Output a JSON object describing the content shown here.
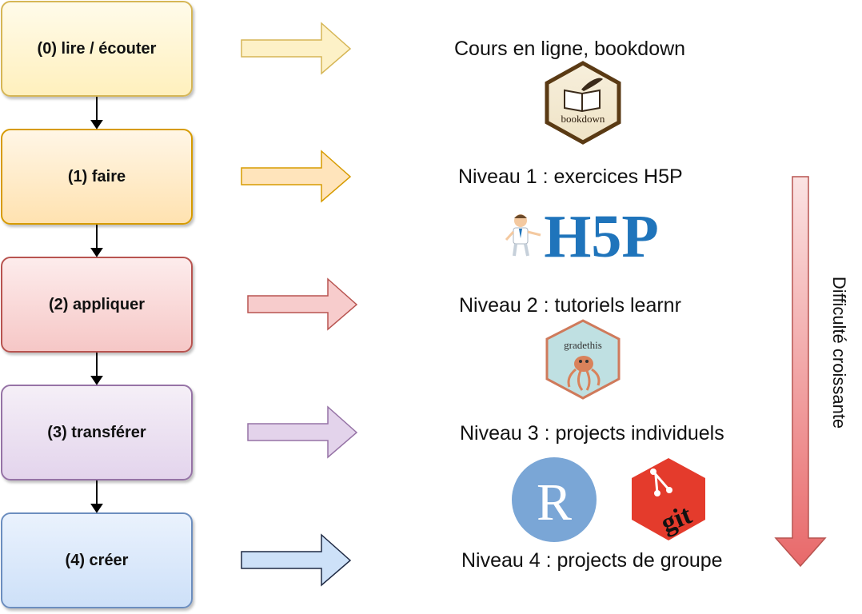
{
  "steps": [
    {
      "label": "(0)  lire / écouter",
      "fill_top": "#fffbea",
      "fill_bottom": "#fff0bd",
      "stroke": "#d6b656",
      "arrow_fill": "#fdf1c7",
      "arrow_stroke": "#d6b656"
    },
    {
      "label": "(1)  faire",
      "fill_top": "#fff6e6",
      "fill_bottom": "#ffe2b0",
      "stroke": "#d79b00",
      "arrow_fill": "#ffe4bb",
      "arrow_stroke": "#d79b00"
    },
    {
      "label": "(2) appliquer",
      "fill_top": "#fdecec",
      "fill_bottom": "#f6c7c6",
      "stroke": "#b85450",
      "arrow_fill": "#f7cccc",
      "arrow_stroke": "#b85450"
    },
    {
      "label": "(3) transférer",
      "fill_top": "#f5eff7",
      "fill_bottom": "#e3d4ec",
      "stroke": "#9673a6",
      "arrow_fill": "#e3d3eb",
      "arrow_stroke": "#9673a6"
    },
    {
      "label": "(4) créer",
      "fill_top": "#eaf2fd",
      "fill_bottom": "#cde0f8",
      "stroke": "#6c8ebf",
      "arrow_fill": "#cde1f8",
      "arrow_stroke": "#1f2a44"
    }
  ],
  "resources": [
    "Cours en ligne, bookdown",
    "Niveau 1 : exercices H5P",
    "Niveau 2 : tutoriels learnr",
    "Niveau 3 : projects individuels",
    "Niveau 4 : projects de groupe"
  ],
  "logos": {
    "bookdown": "bookdown",
    "h5p": "H5P",
    "gradethis": "gradethis",
    "r": "R",
    "git": "git"
  },
  "difficulty": {
    "label": "Difficulté croissante",
    "color_top": "#fbe3e3",
    "color_bottom": "#e8696a",
    "stroke": "#b85450"
  }
}
